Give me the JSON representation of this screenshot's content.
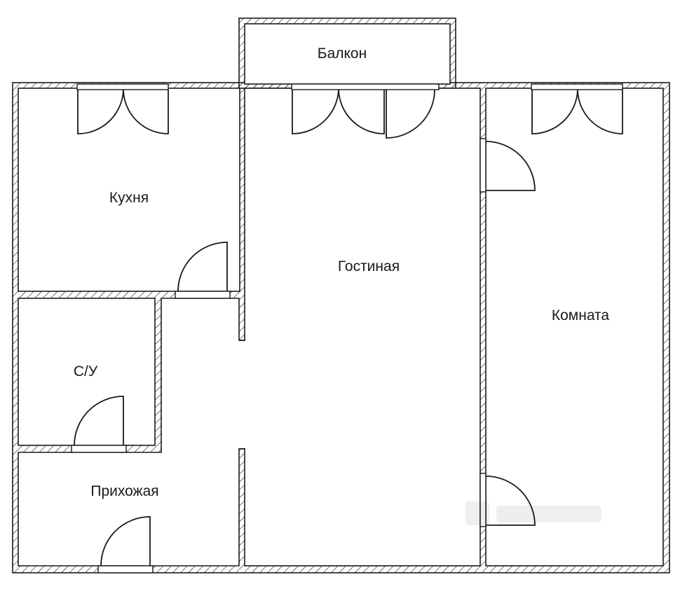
{
  "plan": {
    "rooms": [
      {
        "key": "balcony",
        "name": "Балкон"
      },
      {
        "key": "kitchen",
        "name": "Кухня"
      },
      {
        "key": "living",
        "name": "Гостиная"
      },
      {
        "key": "room",
        "name": "Комната"
      },
      {
        "key": "bathroom",
        "name": "С/У"
      },
      {
        "key": "hallway",
        "name": "Прихожая"
      }
    ]
  },
  "colors": {
    "line": "#1a1a1a",
    "background": "#ffffff"
  }
}
